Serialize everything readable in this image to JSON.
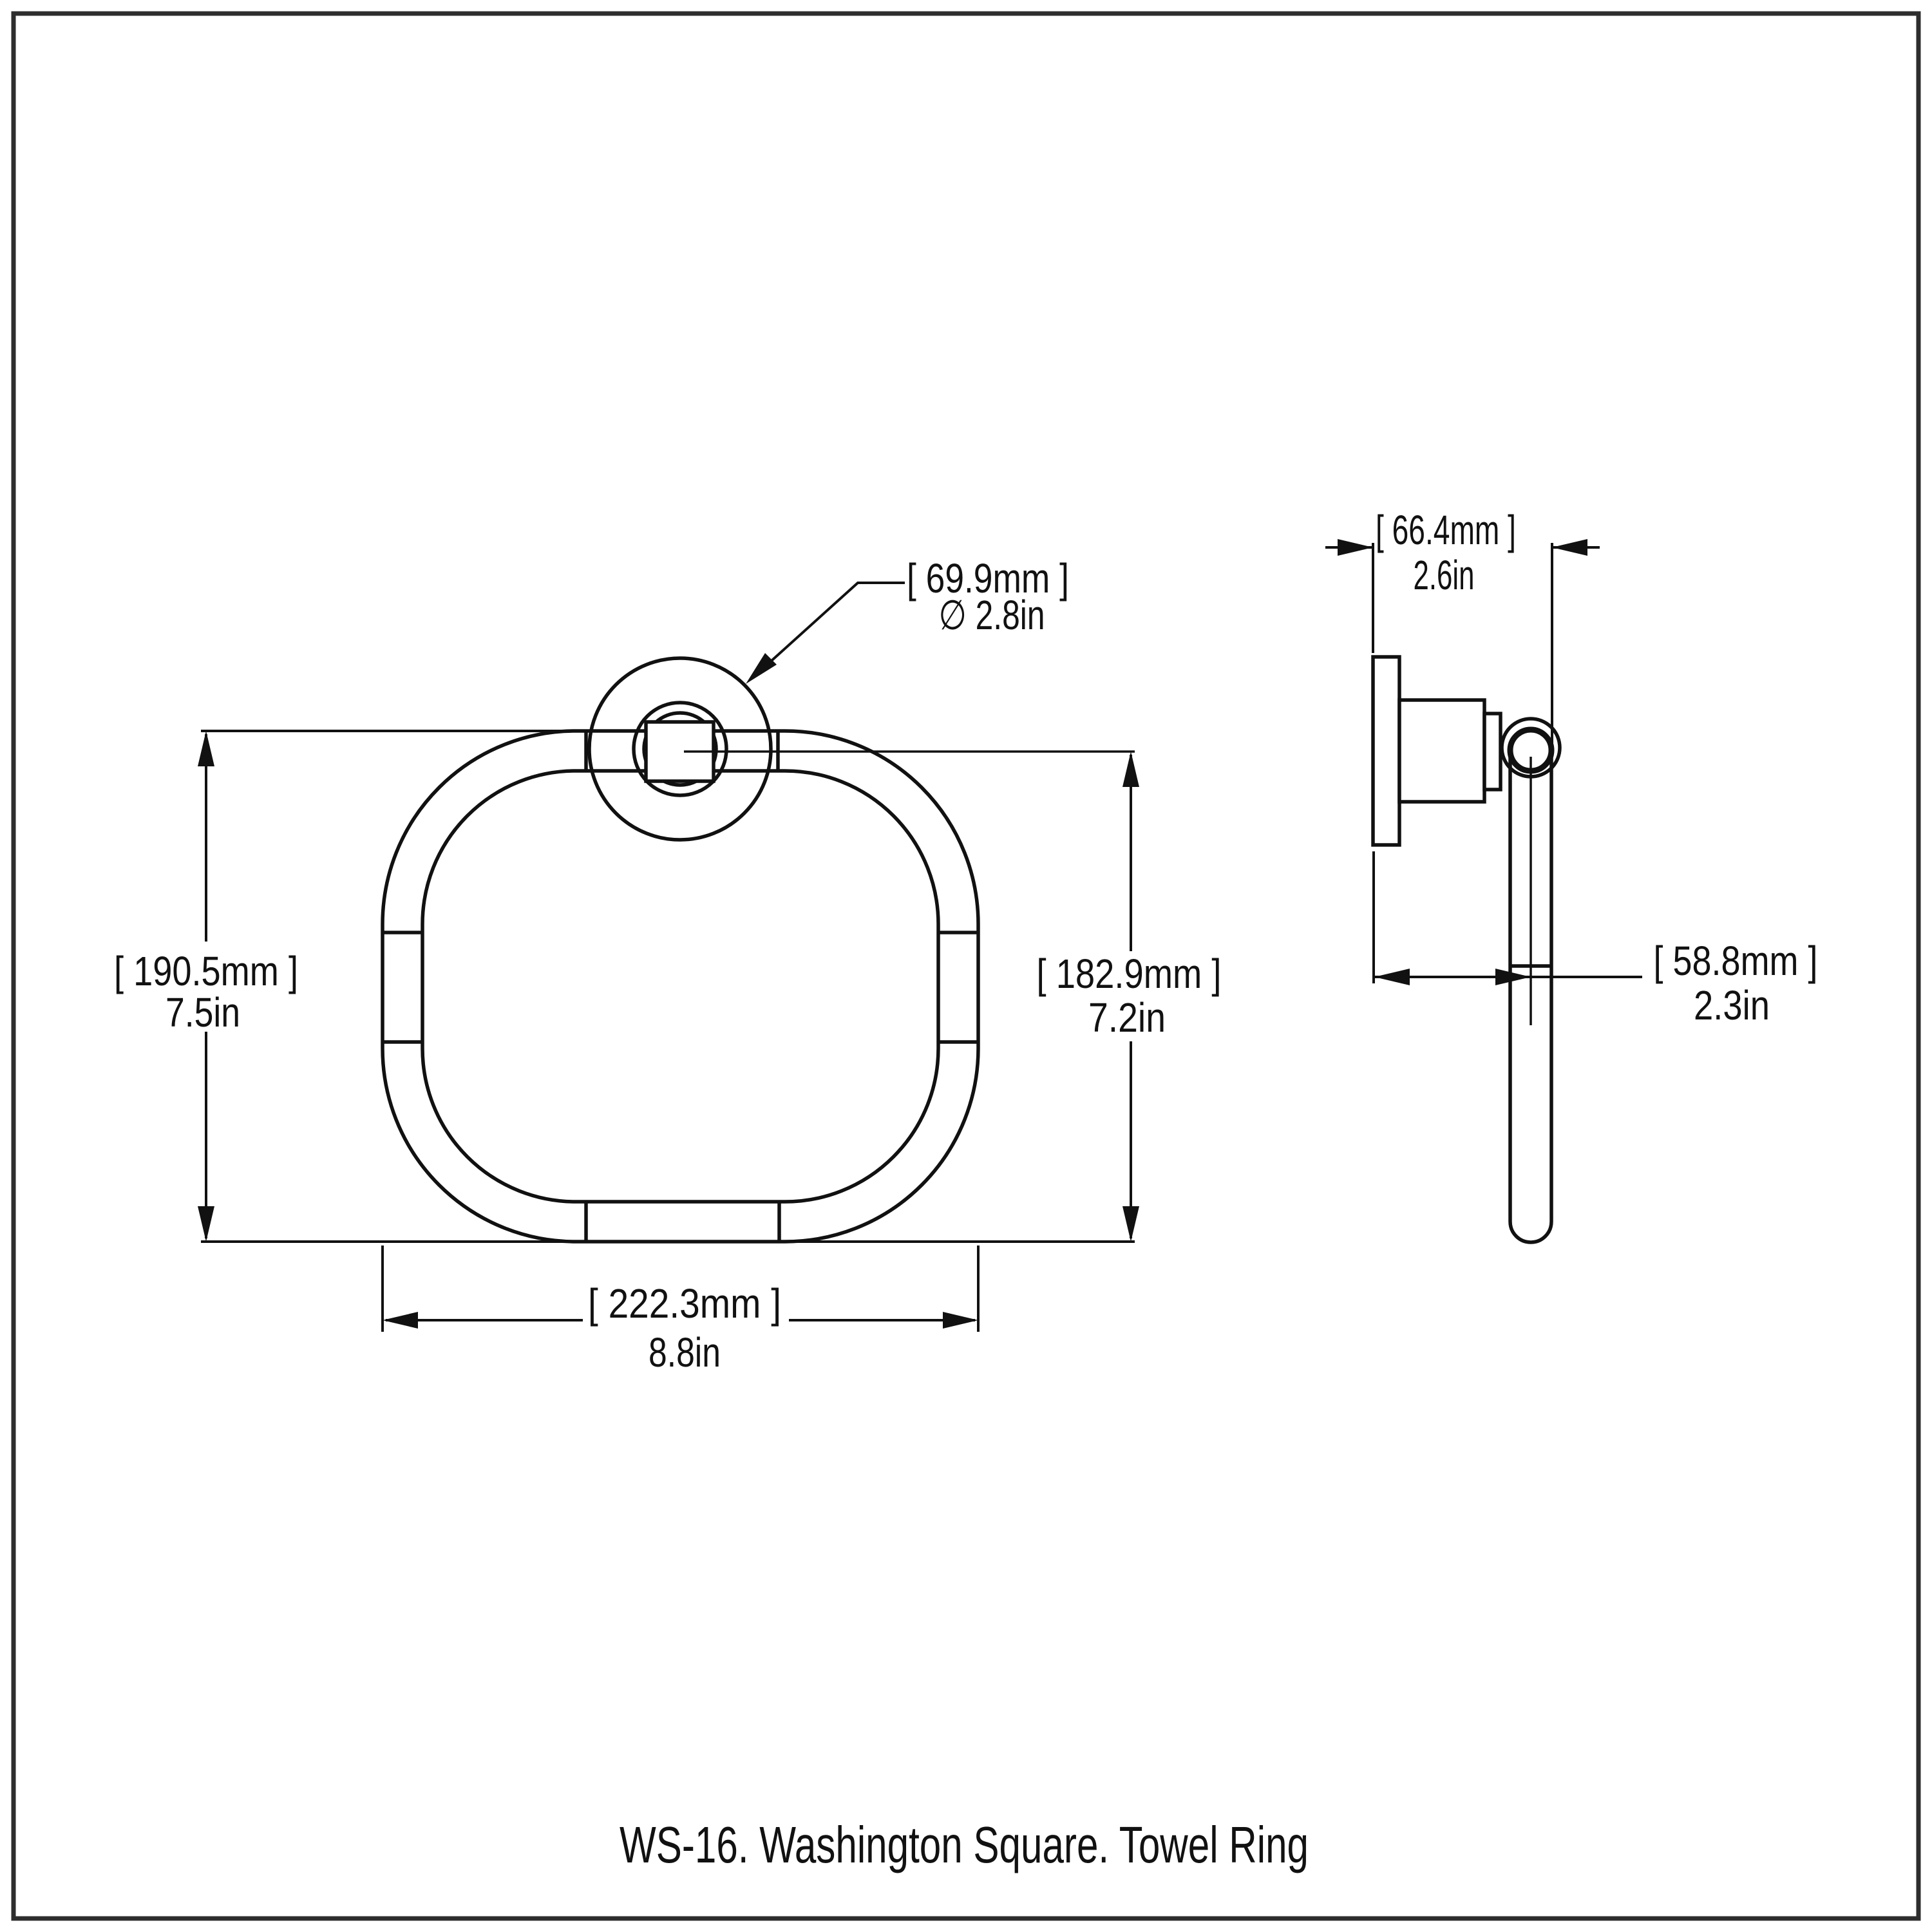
{
  "page": {
    "background_color": "#ffffff",
    "line_color": "#111111",
    "border_color": "#2d2d2d"
  },
  "caption": "WS-16. Washington Square. Towel Ring",
  "views": {
    "front": {
      "name": "front-view-towel-ring",
      "dimensions": {
        "mount_diameter": {
          "metric": "[ 69.9mm ]",
          "imperial": "∅ 2.8in"
        },
        "height": {
          "metric": "[ 190.5mm ]",
          "imperial": "7.5in"
        },
        "center_to_bottom": {
          "metric": "[ 182.9mm ]",
          "imperial": "7.2in"
        },
        "width": {
          "metric": "[ 222.3mm ]",
          "imperial": "8.8in"
        }
      }
    },
    "side": {
      "name": "side-view-towel-ring",
      "dimensions": {
        "depth": {
          "metric": "[ 66.4mm ]",
          "imperial": "2.6in"
        },
        "wall_to_center": {
          "metric": "[ 58.8mm ]",
          "imperial": "2.3in"
        }
      }
    }
  }
}
